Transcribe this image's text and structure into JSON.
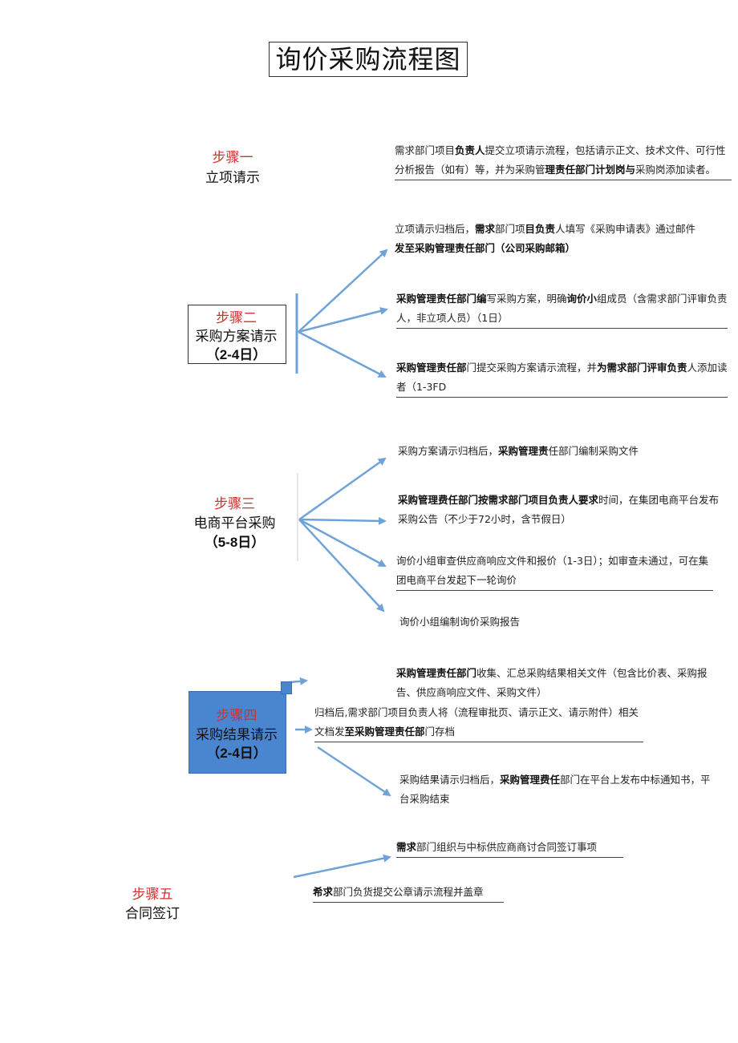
{
  "title": "询价采购流程图",
  "steps": [
    {
      "label": "步骤一",
      "name": "立项请示",
      "items": [
        {
          "bold_a": "",
          "text_a": "需求部门项目",
          "bold_b": "负责人",
          "text_b": "提交立项请示流程，包括请示正文、技术文件、可行性分析报告（如有）等，并为采购管",
          "bold_c": "理责任部门计划岗与",
          "text_c": "采购岗添加读者。"
        }
      ]
    },
    {
      "label": "步骤二",
      "name": "采购方案请示",
      "days": "（2-4日）",
      "items": [
        {
          "text_a": "立项请示归档后，",
          "bold_b": "需求",
          "text_b": "部门项",
          "bold_c": "目负责",
          "text_c": "人填写《采购申请表》通过邮件",
          "bold_d": "发至采购管理责任部门（公司采购邮箱）",
          "text_d": ""
        },
        {
          "bold_a": "采购管理责任部门编",
          "text_a": "写采购方案，明确",
          "bold_b": "询价小",
          "text_b": "组成员（含需求部门评审负责人，非立项人员）（1日）"
        },
        {
          "bold_a": "采购管理责任部",
          "text_a": "门提交采购方案请示流程，并",
          "bold_b": "为需求部门评审负责",
          "text_b": "人添加读者（1-3FD"
        }
      ]
    },
    {
      "label": "步骤三",
      "name": "电商平台采购",
      "days": "（5-8日）",
      "items": [
        {
          "text_a": "采购方案请示归档后，",
          "bold_b": "采购管理责",
          "text_b": "任部门编制采购文件"
        },
        {
          "bold_a": "采购管理费任部门按需求部门项目负责人要求",
          "text_a": "时间，在集团电商平台发布采购公告（不少于72小时，含节假日）"
        },
        {
          "text_a": "询价小组审查供应商响应文件和报价（1-3日）；如审查未通过，可在集团电商平台发起下一轮询价"
        },
        {
          "text_a": "询价小组编制询价采购报告"
        }
      ]
    },
    {
      "label": "步骤四",
      "name": "采购结果请示",
      "days": "（2-4日）",
      "items": [
        {
          "bold_a": "采购管理责任部门",
          "text_a": "收集、汇总采购结果相关文件（包含比价表、采购报告、供应商响应文件、采购文件）"
        },
        {
          "text_a": "归档后,需求部门项目负责人将（流程审批页、请示正文、请示附件）相关文档发",
          "bold_b": "至采购管理责任部",
          "text_b": "门存档"
        },
        {
          "text_a": "采购结果请示归档后，",
          "bold_b": "采购管理费任",
          "text_b": "部门在平台上发布中标通知书，平台采购结束"
        }
      ]
    },
    {
      "label": "步骤五",
      "name": "合同签订",
      "items": [
        {
          "bold_a": "需求",
          "text_a": "部门组织与中标供应商商讨合同签订事项"
        },
        {
          "bold_a": "希求",
          "text_a": "部门负货提交公章请示流程并盖章"
        }
      ]
    }
  ],
  "colors": {
    "step_label": "#d0302f",
    "arrow": "#6fa3d8",
    "box4": "#4a86d0"
  }
}
